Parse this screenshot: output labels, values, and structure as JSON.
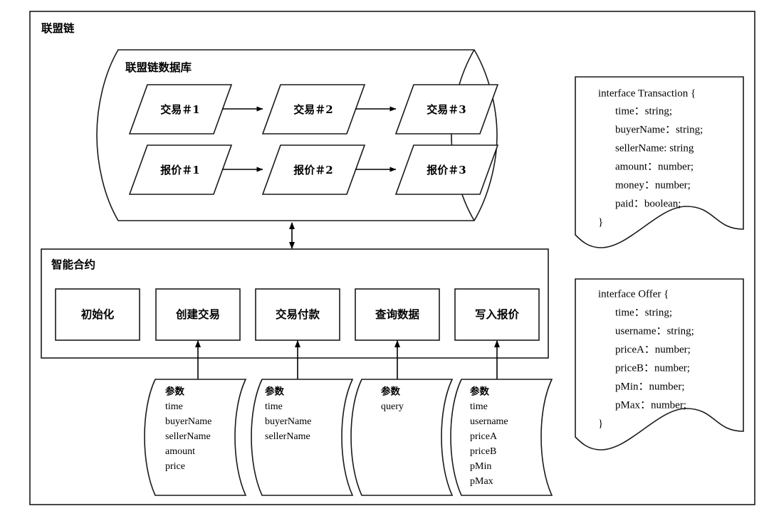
{
  "diagram": {
    "title": "联盟链",
    "outer_frame_label": "联盟链",
    "database": {
      "label": "联盟链数据库",
      "transaction_chain": [
        "交易＃1",
        "交易＃2",
        "交易＃3"
      ],
      "offer_chain": [
        "报价＃1",
        "报价＃2",
        "报价＃3"
      ]
    },
    "smart_contract": {
      "label": "智能合约",
      "methods": [
        {
          "label": "初始化",
          "has_params": false
        },
        {
          "label": "创建交易",
          "has_params": true
        },
        {
          "label": "交易付款",
          "has_params": true
        },
        {
          "label": "查询数据",
          "has_params": true
        },
        {
          "label": "写入报价",
          "has_params": true
        }
      ]
    },
    "parameter_docs": [
      {
        "title": "参数",
        "fields": [
          "time",
          "buyerName",
          "sellerName",
          "amount",
          "price"
        ]
      },
      {
        "title": "参数",
        "fields": [
          "time",
          "buyerName",
          "sellerName"
        ]
      },
      {
        "title": "参数",
        "fields": [
          "query"
        ]
      },
      {
        "title": "参数",
        "fields": [
          "time",
          "username",
          "priceA",
          "priceB",
          "pMin",
          "pMax"
        ]
      }
    ],
    "interfaces": [
      {
        "header": "interface Transaction {",
        "fields": [
          "time：string;",
          "buyerName：string;",
          "sellerName: string",
          "amount：number;",
          "money：number;",
          "paid：boolean;"
        ],
        "footer": "}"
      },
      {
        "header": "interface Offer {",
        "fields": [
          "time：string;",
          "username：string;",
          "priceA：number;",
          "priceB：number;",
          "pMin：number;",
          "pMax：number;"
        ],
        "footer": "}"
      }
    ],
    "colors": {
      "stroke": "#1a1a1a",
      "background": "#ffffff"
    }
  }
}
